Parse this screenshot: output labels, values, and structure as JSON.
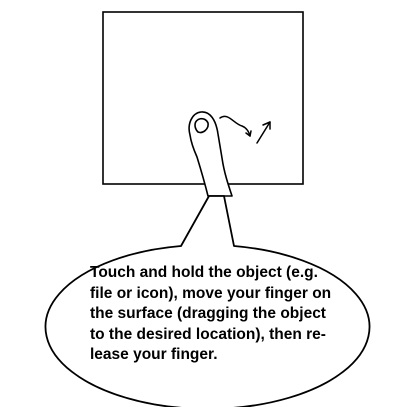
{
  "caption": {
    "lines": [
      "Touch and hold the object (e.g.",
      "file or icon), move your finger on",
      "the surface (dragging the object",
      "to the desired location), then re-",
      "lease your finger."
    ]
  },
  "colors": {
    "stroke": "#000000",
    "background": "#ffffff"
  },
  "icons": {
    "finger": "pointing-finger-icon",
    "drag_motion": "wavy-arrow-icon"
  }
}
